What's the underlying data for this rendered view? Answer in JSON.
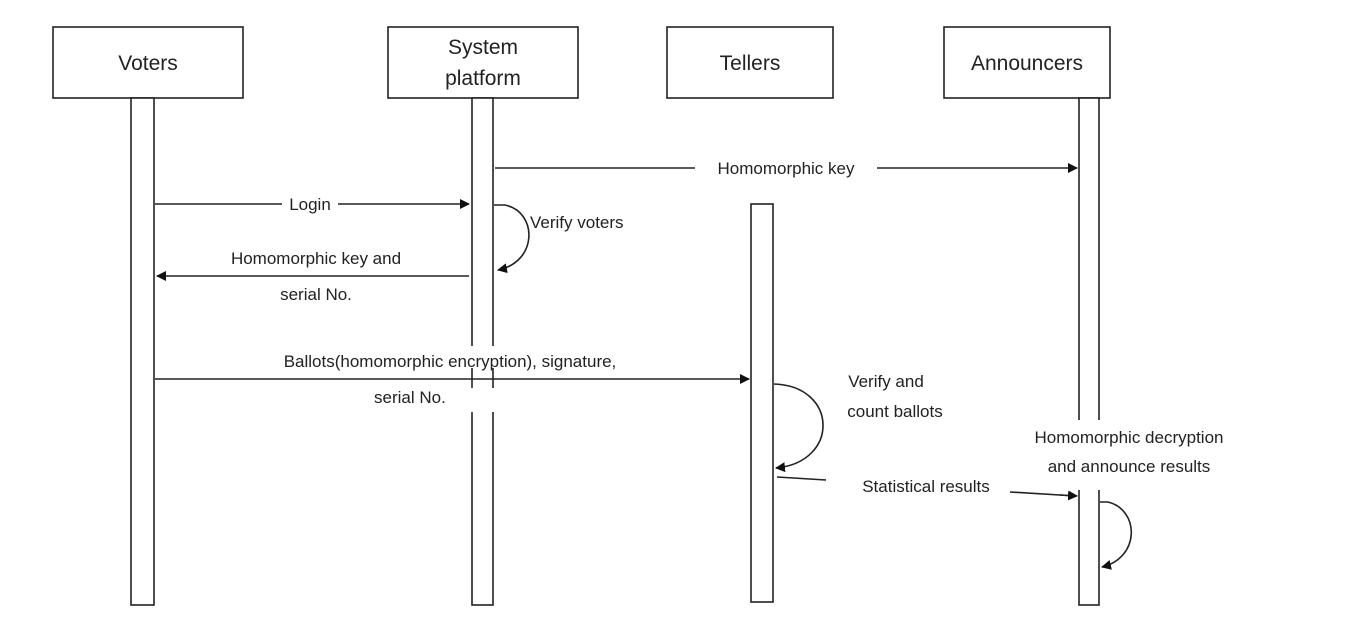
{
  "diagram": {
    "type": "sequence-diagram",
    "participants": [
      {
        "id": "voters",
        "label_lines": [
          "Voters"
        ]
      },
      {
        "id": "system",
        "label_lines": [
          "System",
          "platform"
        ]
      },
      {
        "id": "tellers",
        "label_lines": [
          "Tellers"
        ]
      },
      {
        "id": "announcers",
        "label_lines": [
          "Announcers"
        ]
      }
    ],
    "messages": [
      {
        "id": "homomorphic-key",
        "from": "system",
        "to": "announcers",
        "label_lines": [
          "Homomorphic key"
        ]
      },
      {
        "id": "login",
        "from": "voters",
        "to": "system",
        "label_lines": [
          "Login"
        ]
      },
      {
        "id": "verify-voters",
        "from": "system",
        "to": "system",
        "label_lines": [
          "Verify voters"
        ]
      },
      {
        "id": "key-and-serial",
        "from": "system",
        "to": "voters",
        "label_lines": [
          "Homomorphic key and",
          "serial No."
        ]
      },
      {
        "id": "ballots",
        "from": "voters",
        "to": "tellers",
        "label_lines": [
          "Ballots(homomorphic encryption), signature,",
          "serial No."
        ]
      },
      {
        "id": "verify-count",
        "from": "tellers",
        "to": "tellers",
        "label_lines": [
          "Verify and",
          "count ballots"
        ]
      },
      {
        "id": "statistical-results",
        "from": "tellers",
        "to": "announcers",
        "label_lines": [
          "Statistical results"
        ]
      },
      {
        "id": "decrypt-announce",
        "from": "announcers",
        "to": "announcers",
        "label_lines": [
          "Homomorphic decryption",
          "and announce results"
        ]
      }
    ]
  }
}
